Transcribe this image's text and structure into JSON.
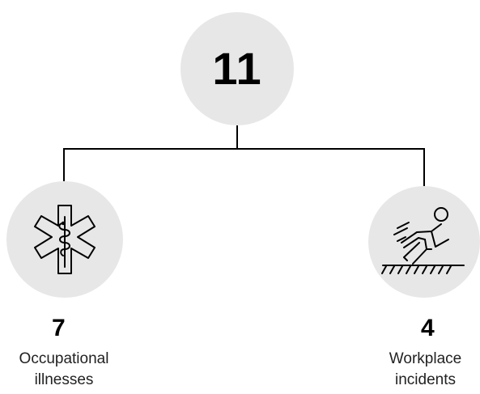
{
  "total": {
    "value": "11"
  },
  "branches": [
    {
      "value": "7",
      "label_line1": "Occupational",
      "label_line2": "illnesses",
      "icon": "medical-star-of-life-icon"
    },
    {
      "value": "4",
      "label_line1": "Workplace",
      "label_line2": "incidents",
      "icon": "slip-and-fall-icon"
    }
  ],
  "colors": {
    "circle_fill": "#e7e7e7",
    "line": "#000000",
    "text": "#000000"
  }
}
